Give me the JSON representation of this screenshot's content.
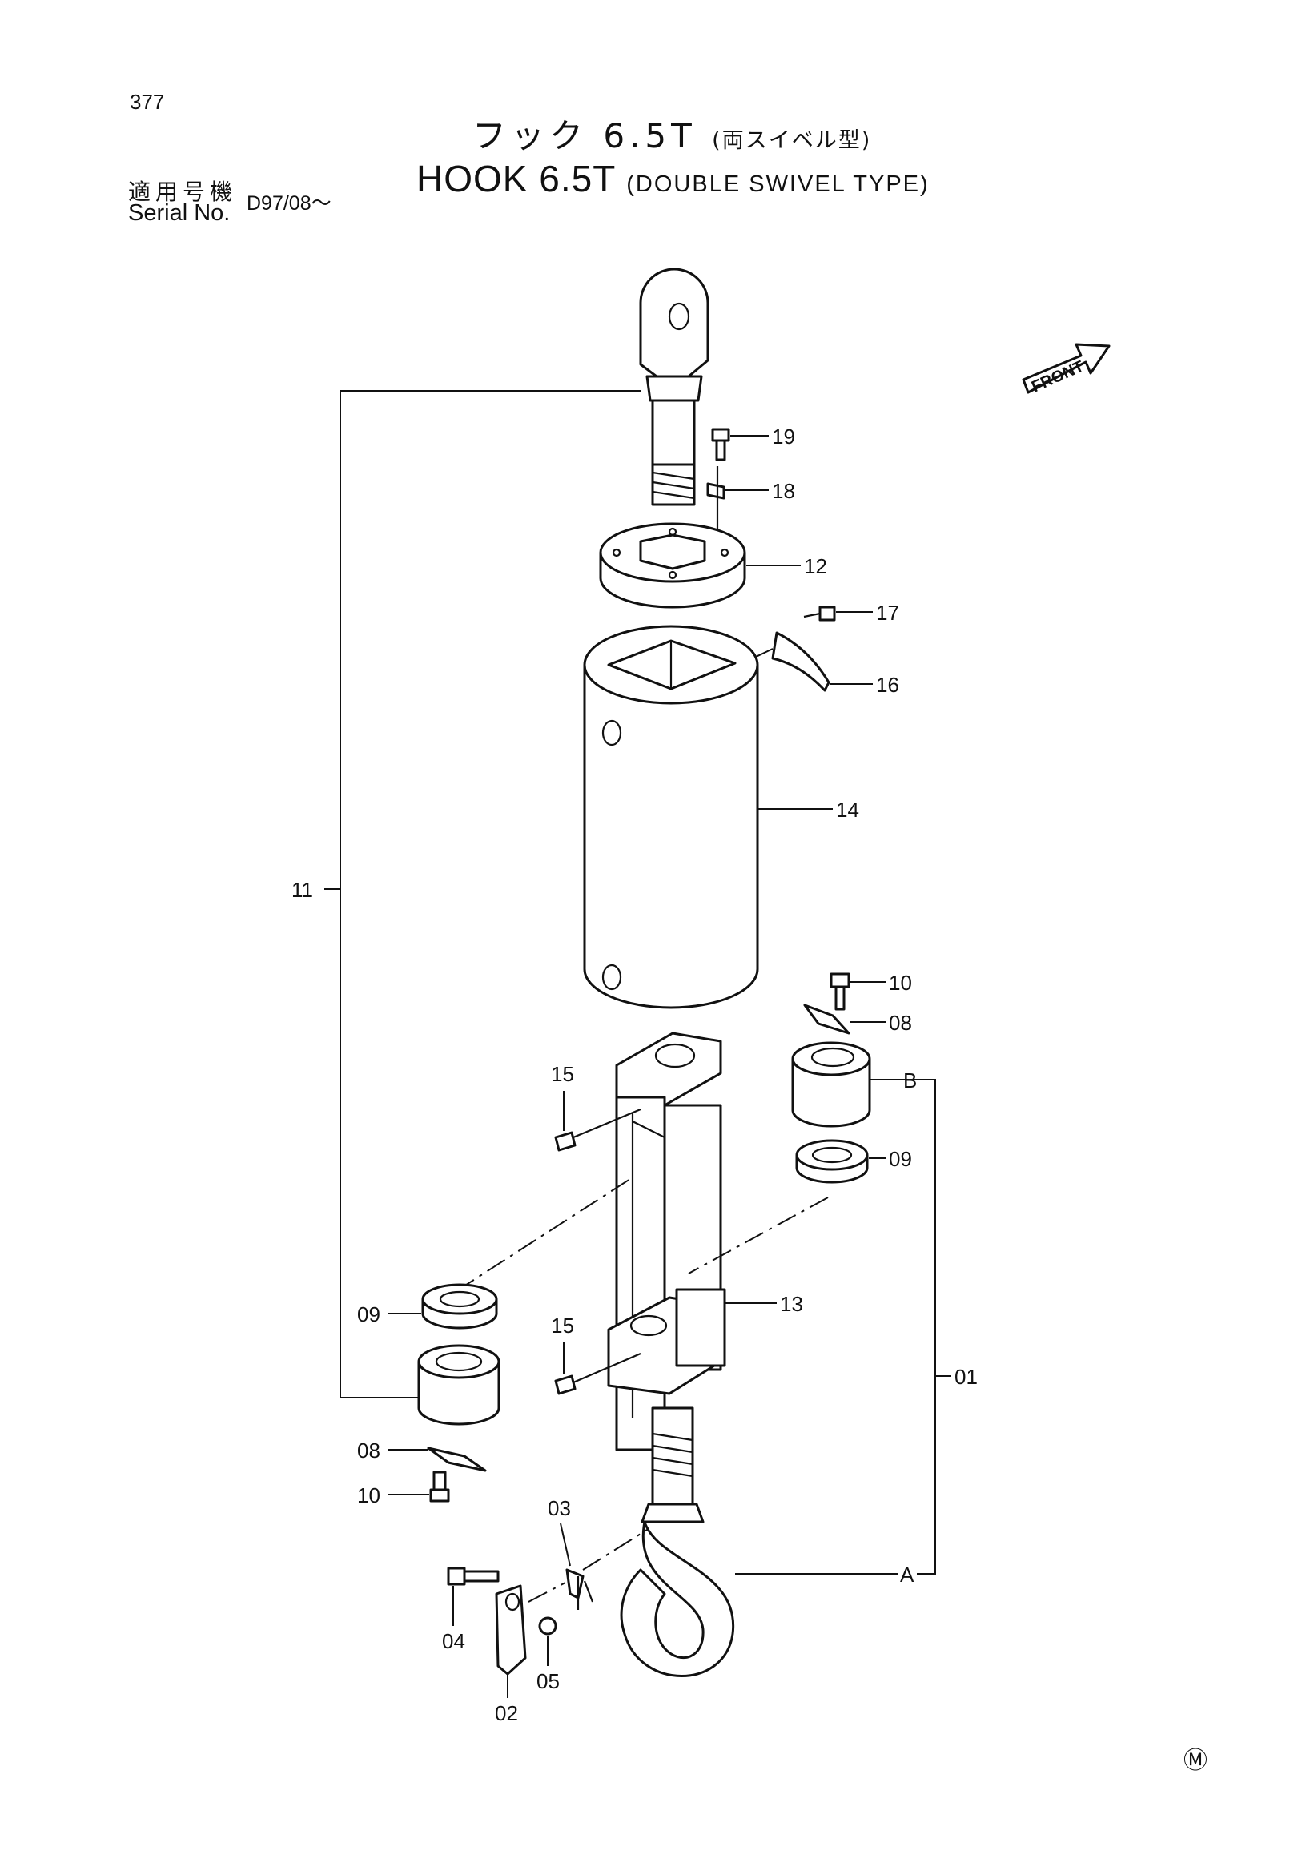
{
  "page_number": "377",
  "title": {
    "jp_main": "フック 6.5T",
    "jp_sub": "(両スイベル型)",
    "en_main": "HOOK 6.5T",
    "en_sub": "(DOUBLE SWIVEL TYPE)"
  },
  "serial": {
    "label_jp": "適用号機",
    "label_en": "Serial No.",
    "value": "D97/08～"
  },
  "front_label": "FRONT",
  "mark_symbol": "Ⓜ",
  "callouts": {
    "p01": "01",
    "p02": "02",
    "p03": "03",
    "p04": "04",
    "p05": "05",
    "p08_top": "08",
    "p08_bottom": "08",
    "p09_top": "09",
    "p09_bottom": "09",
    "p10_top": "10",
    "p10_bottom": "10",
    "p11": "11",
    "p12": "12",
    "p13": "13",
    "p14": "14",
    "p15_top": "15",
    "p15_bottom": "15",
    "p16": "16",
    "p17": "17",
    "p18": "18",
    "p19": "19",
    "ref_a": "A",
    "ref_b": "B"
  }
}
